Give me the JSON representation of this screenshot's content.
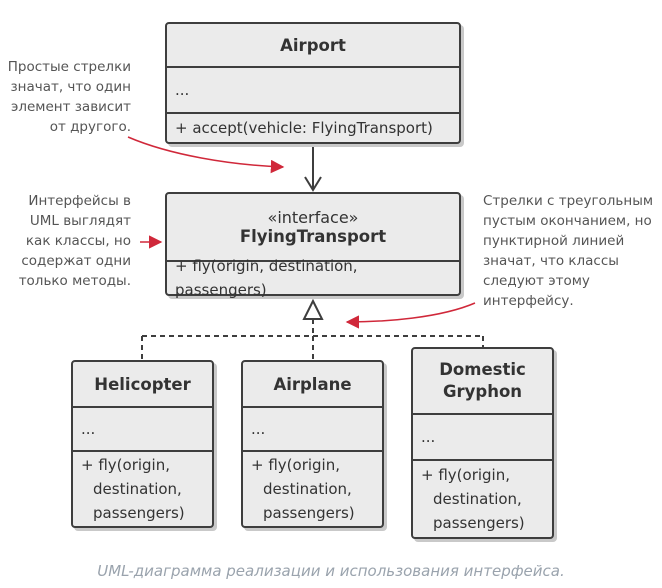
{
  "classes": {
    "airport": {
      "name": "Airport",
      "fields": "...",
      "methods": "+ accept(vehicle: FlyingTransport)"
    },
    "flying_transport": {
      "stereotype": "«interface»",
      "name": "FlyingTransport",
      "methods": "+ fly(origin, destination, passengers)"
    },
    "helicopter": {
      "name": "Helicopter",
      "fields": "...",
      "methods": [
        "+ fly(origin,",
        "destination,",
        "passengers)"
      ]
    },
    "airplane": {
      "name": "Airplane",
      "fields": "...",
      "methods": [
        "+ fly(origin,",
        "destination,",
        "passengers)"
      ]
    },
    "domestic_gryphon": {
      "name_lines": [
        "Domestic",
        "Gryphon"
      ],
      "fields": "...",
      "methods": [
        "+ fly(origin,",
        "destination,",
        "passengers)"
      ]
    }
  },
  "notes": {
    "simple_arrows": [
      "Простые стрелки",
      "значат, что один",
      "элемент зависит",
      "от другого."
    ],
    "interfaces": [
      "Интерфейсы в",
      "UML выглядят",
      "как классы, но",
      "содержат одни",
      "только методы."
    ],
    "triangle_arrows": [
      "Стрелки с треугольным",
      "пустым окончанием, но",
      "пунктирной линией",
      "значат, что классы",
      "следуют этому",
      "интерфейсу."
    ]
  },
  "caption": "UML-диаграмма реализации и использования интерфейса.",
  "colors": {
    "box_fill": "#ebebeb",
    "border": "#3e3e3e",
    "note_arrow": "#d0283a",
    "caption": "#9aa3ad"
  }
}
